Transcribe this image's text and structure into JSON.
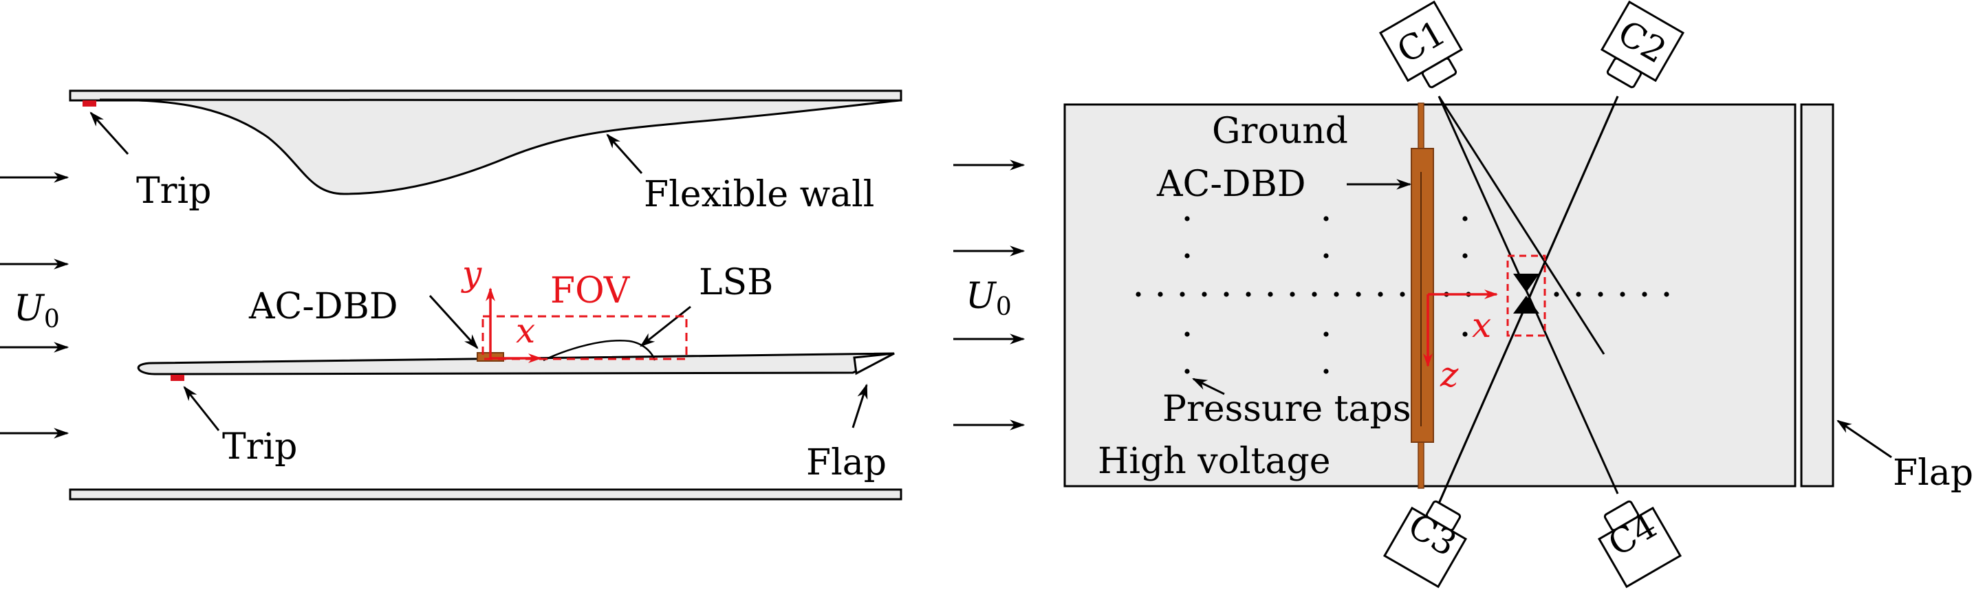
{
  "colors": {
    "line": "#000000",
    "panel_fill": "#ebebeb",
    "annotation_red": "#e8141b",
    "electrode": "#b8611e",
    "electrode_dark": "#7a3b10",
    "trip": "#d9111d"
  },
  "left_panel": {
    "freestream_main": "U",
    "freestream_sub": "0",
    "labels": {
      "trip_top": "Trip",
      "flexible_wall": "Flexible wall",
      "ac_dbd": "AC-DBD",
      "fov": "FOV",
      "lsb": "LSB",
      "trip_bottom": "Trip",
      "flap": "Flap",
      "axis_y": "y",
      "axis_x": "x"
    }
  },
  "right_panel": {
    "freestream_main": "U",
    "freestream_sub": "0",
    "labels": {
      "ground": "Ground",
      "ac_dbd": "AC-DBD",
      "pressure_taps": "Pressure taps",
      "high_voltage": "High voltage",
      "flap": "Flap",
      "axis_x": "x",
      "axis_z": "z"
    },
    "cameras": [
      "C1",
      "C2",
      "C3",
      "C4"
    ],
    "camera_icon": "camera-icon"
  }
}
